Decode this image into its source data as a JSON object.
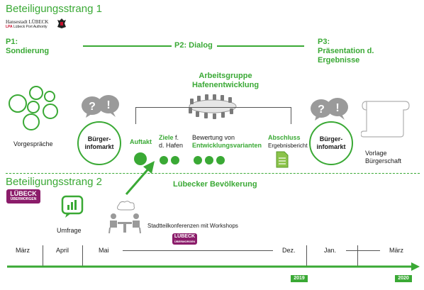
{
  "strand1": {
    "title": "Beteiligungsstrang 1",
    "logo_line1": "Hansestadt LÜBECK",
    "logo_line2_red": "LPA",
    "logo_line2": "Lübeck Port Authority"
  },
  "phases": {
    "p1_line1": "P1:",
    "p1_line2": "Sondierung",
    "p2": "P2: Dialog",
    "p3_line1": "P3:",
    "p3_line2": "Präsentation d.",
    "p3_line3": "Ergebnisse"
  },
  "workgroup": {
    "line1": "Arbeitsgruppe",
    "line2": "Hafenentwicklung"
  },
  "nodes": {
    "vorgespraeche": "Vorgespräche",
    "buerger1_line1": "Bürger-",
    "buerger1_line2": "infomarkt",
    "auftakt": "Auftakt",
    "ziele_line1_green": "Ziele",
    "ziele_line1": " f.",
    "ziele_line2": "d. Hafen",
    "bewertung_line1": "Bewertung von",
    "bewertung_line2": "Entwicklungsvarianten",
    "abschluss": "Abschluss",
    "ergebnisbericht": "Ergebnisbericht",
    "buerger2_line1": "Bürger-",
    "buerger2_line2": "infomarkt",
    "vorlage_line1": "Vorlage",
    "vorlage_line2": "Bürgerschaft"
  },
  "strand2": {
    "title": "Beteiligungsstrang 2",
    "logo_line1": "LÜBECK",
    "logo_line2": "ÜBERMORGEN",
    "bevoelkerung": "Lübecker Bevölkerung",
    "umfrage": "Umfrage",
    "stadtteil": "Stadtteilkonferenzen mit Workshops",
    "logo2_line1": "LÜBECK",
    "logo2_line2": "ÜBERMORGEN"
  },
  "timeline": {
    "months": [
      "März",
      "April",
      "Mai",
      "Dez.",
      "Jan.",
      "März"
    ],
    "years": [
      "2019",
      "2020"
    ]
  },
  "colors": {
    "accent_green": "#3aa935",
    "logo_purple": "#8b1c6a",
    "gray_icon": "#9a9a9a"
  }
}
